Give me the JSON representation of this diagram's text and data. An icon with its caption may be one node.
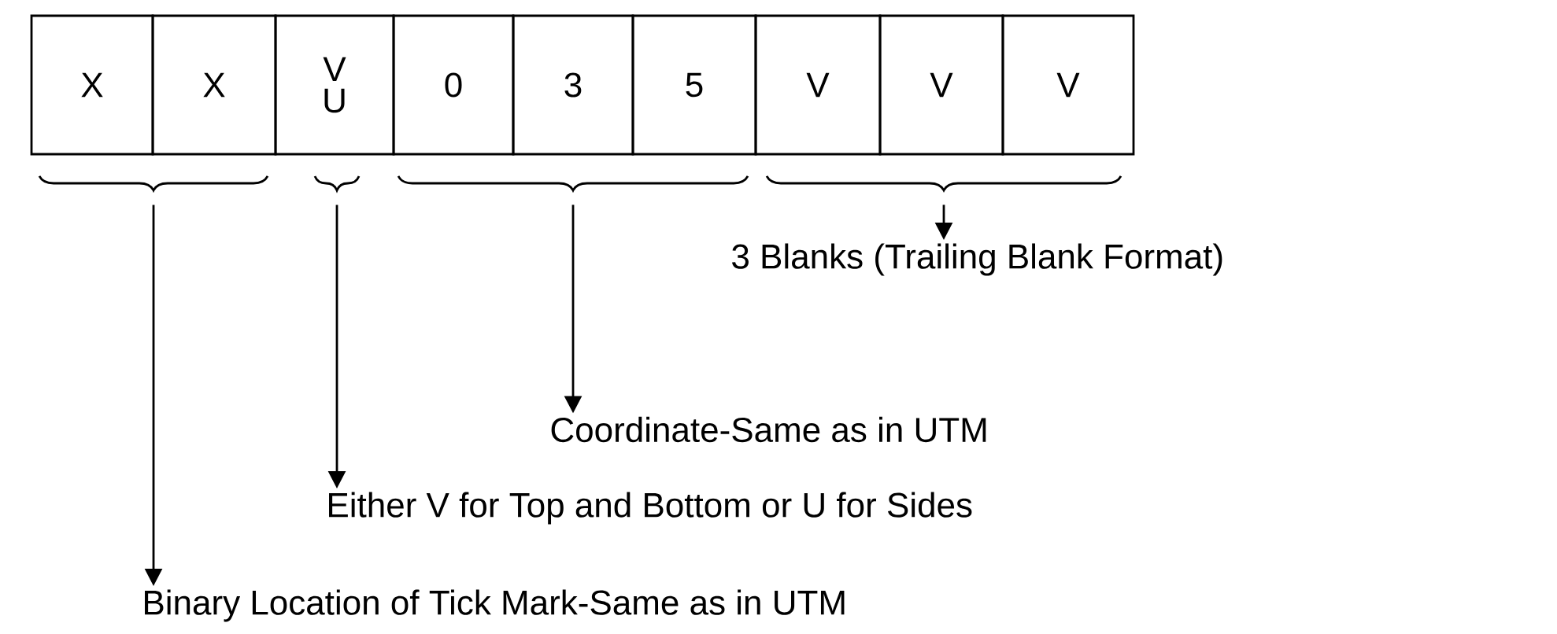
{
  "diagram": {
    "nodes": [
      {
        "text": [
          "X"
        ]
      },
      {
        "text": [
          "X"
        ]
      },
      {
        "text": [
          "V",
          "U"
        ]
      },
      {
        "text": [
          "0"
        ]
      },
      {
        "text": [
          "3"
        ]
      },
      {
        "text": [
          "5"
        ]
      },
      {
        "text": [
          "V"
        ]
      },
      {
        "text": [
          "V"
        ]
      },
      {
        "text": [
          "V"
        ]
      },
      {
        "text": [],
        "shape": "brace"
      },
      {
        "text": [],
        "shape": "brace"
      },
      {
        "text": [],
        "shape": "brace"
      },
      {
        "text": [],
        "shape": "brace"
      },
      {
        "text": [
          "3 Blanks (Trailing Blank Format)"
        ]
      },
      {
        "text": [
          "Coordinate-Same as in UTM"
        ]
      },
      {
        "text": [
          "Either V for Top and Bottom or U for Sides"
        ]
      },
      {
        "text": [
          "Binary Location of Tick Mark-Same as in UTM"
        ]
      }
    ],
    "edges": [
      {
        "from": 12,
        "to": 13,
        "arrow": "to"
      },
      {
        "from": 11,
        "to": 14,
        "arrow": "to"
      },
      {
        "from": 10,
        "to": 15,
        "arrow": "to"
      },
      {
        "from": 9,
        "to": 16,
        "arrow": "to"
      }
    ]
  }
}
